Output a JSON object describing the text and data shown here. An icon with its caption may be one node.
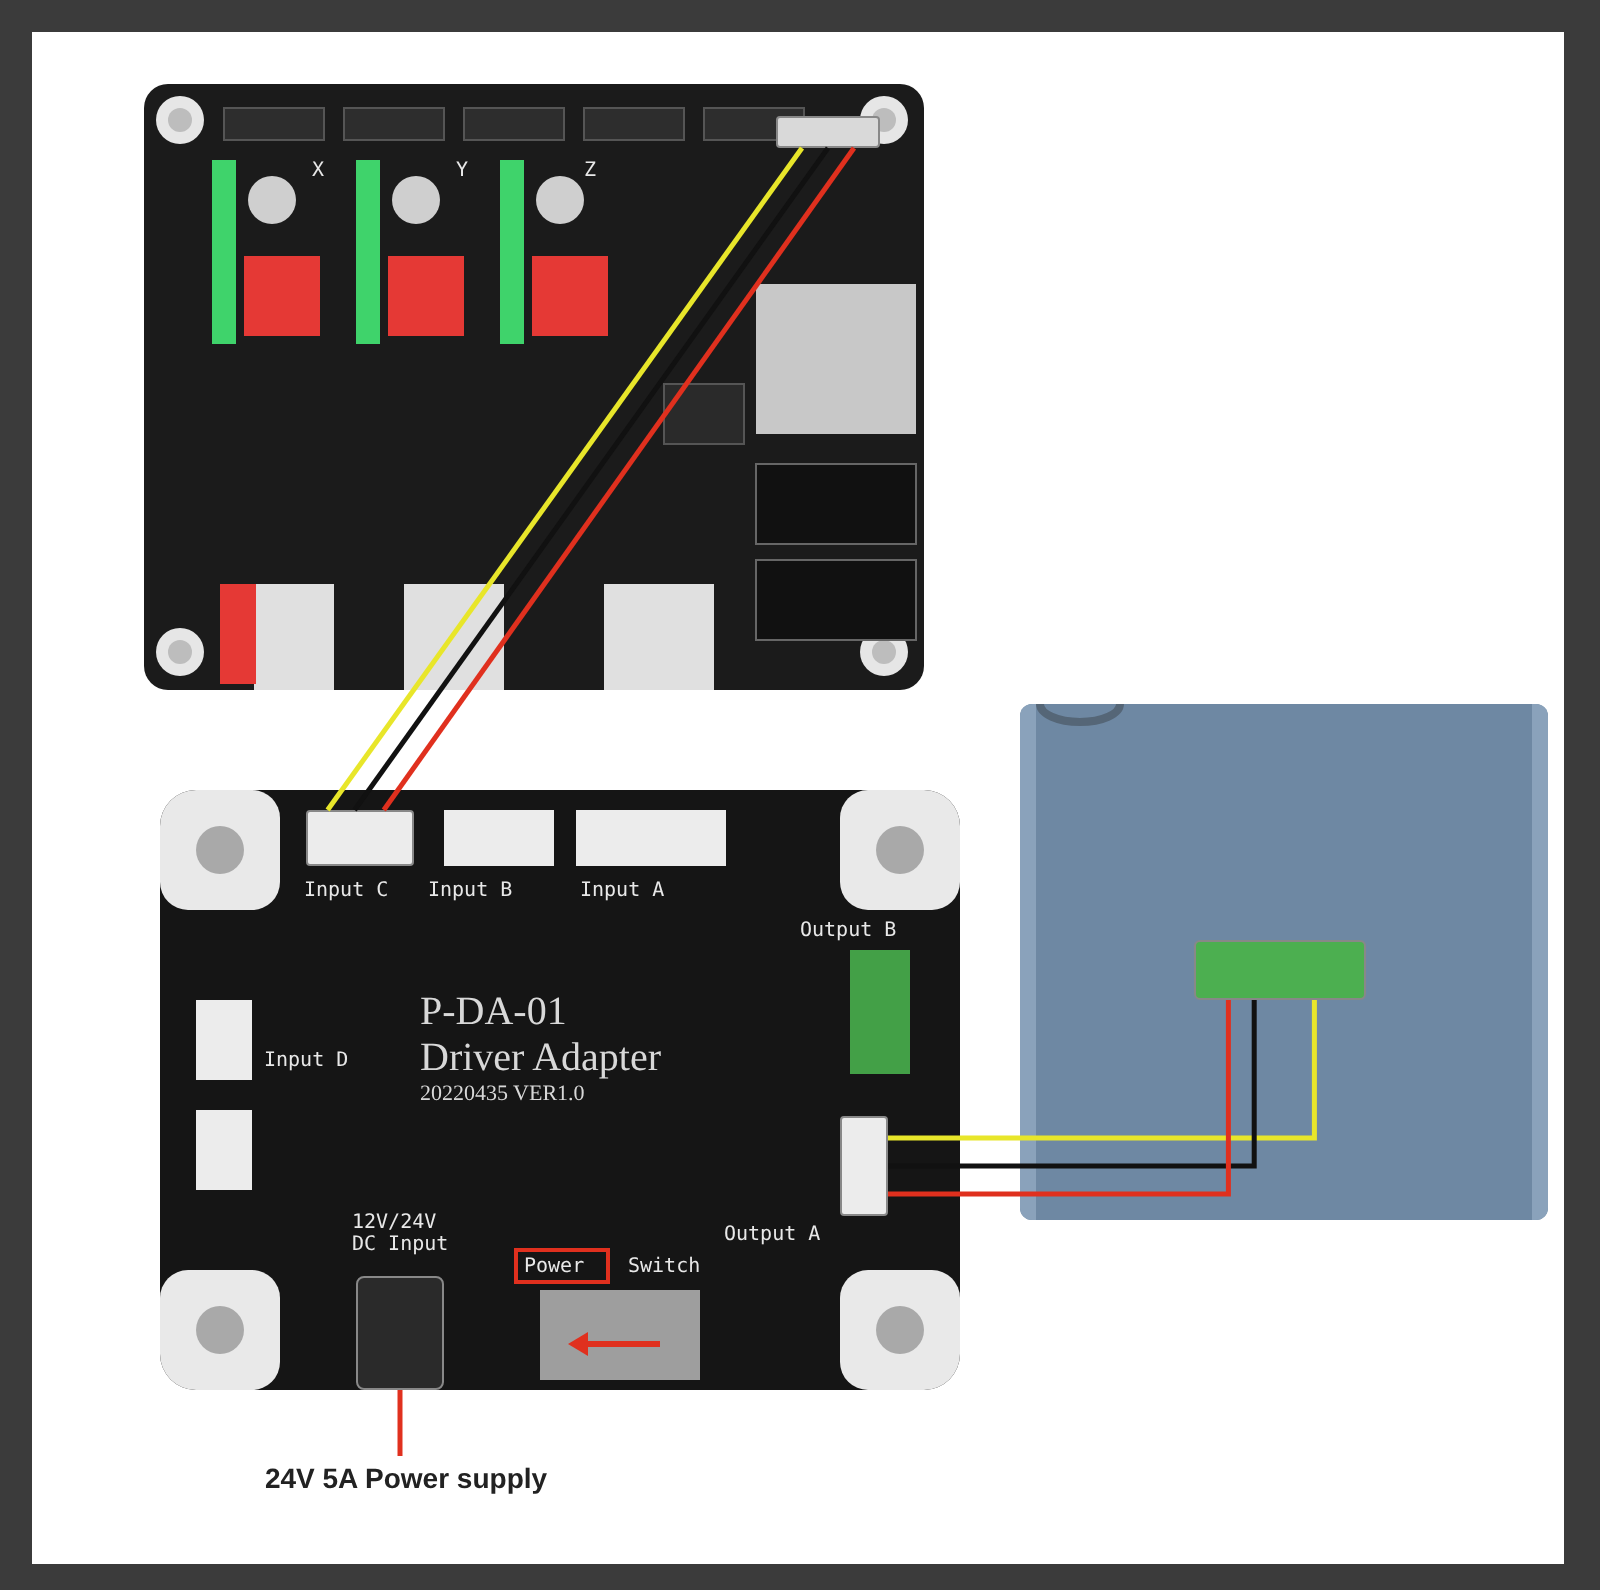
{
  "diagram": {
    "nodes": [
      {
        "text": [],
        "shape": "picture"
      },
      {
        "text": [],
        "shape": "box",
        "in": 0
      },
      {
        "text": [
          "P-DA-01",
          "Driver Adapter",
          "20220435 VER1.0"
        ]
      },
      {
        "text": [],
        "shape": "box",
        "in": 2,
        "beside": [
          "Input C"
        ]
      },
      {
        "text": [],
        "shape": "box",
        "in": 2,
        "beside": [
          "Output A"
        ]
      },
      {
        "text": [],
        "shape": "picture"
      },
      {
        "text": [],
        "shape": "box",
        "in": 5
      },
      {
        "text": [],
        "shape": "box",
        "in": 2,
        "beside": [
          "12V/24V DC Input"
        ]
      },
      {
        "text": [
          "24V 5A Power supply"
        ]
      }
    ],
    "edges": [
      {
        "from": 1,
        "to": 3,
        "arrow": "none",
        "color": "#e8e62a"
      },
      {
        "from": 1,
        "to": 3,
        "arrow": "none",
        "color": "#111111"
      },
      {
        "from": 1,
        "to": 3,
        "arrow": "none",
        "color": "#e0301e"
      },
      {
        "from": 4,
        "to": 6,
        "arrow": "none",
        "color": "#e8e62a"
      },
      {
        "from": 4,
        "to": 6,
        "arrow": "none",
        "color": "#111111"
      },
      {
        "from": 4,
        "to": 6,
        "arrow": "none",
        "color": "#e0301e"
      },
      {
        "from": 8,
        "to": 7,
        "arrow": "none",
        "color": "#e0301e"
      }
    ],
    "labels": [
      "X",
      "Y",
      "Z",
      "Input B",
      "Input A",
      "Output B",
      "Input D",
      "Power",
      "Switch"
    ]
  }
}
